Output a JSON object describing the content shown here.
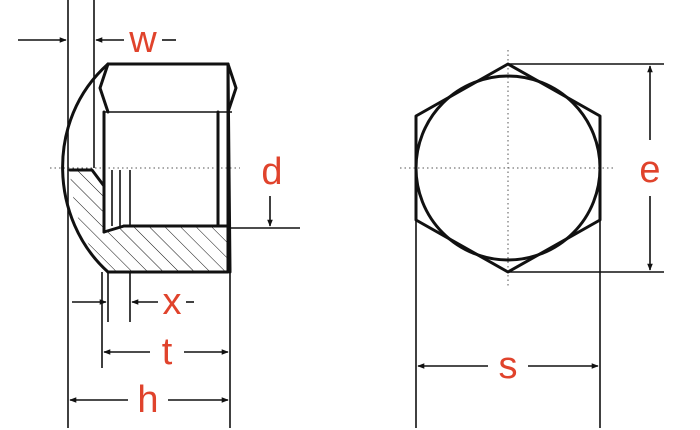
{
  "labels": {
    "w": "w",
    "d": "d",
    "x": "x",
    "t": "t",
    "h": "h",
    "e": "e",
    "s": "s"
  },
  "colors": {
    "label": "#e0432c",
    "line": "#111111"
  }
}
